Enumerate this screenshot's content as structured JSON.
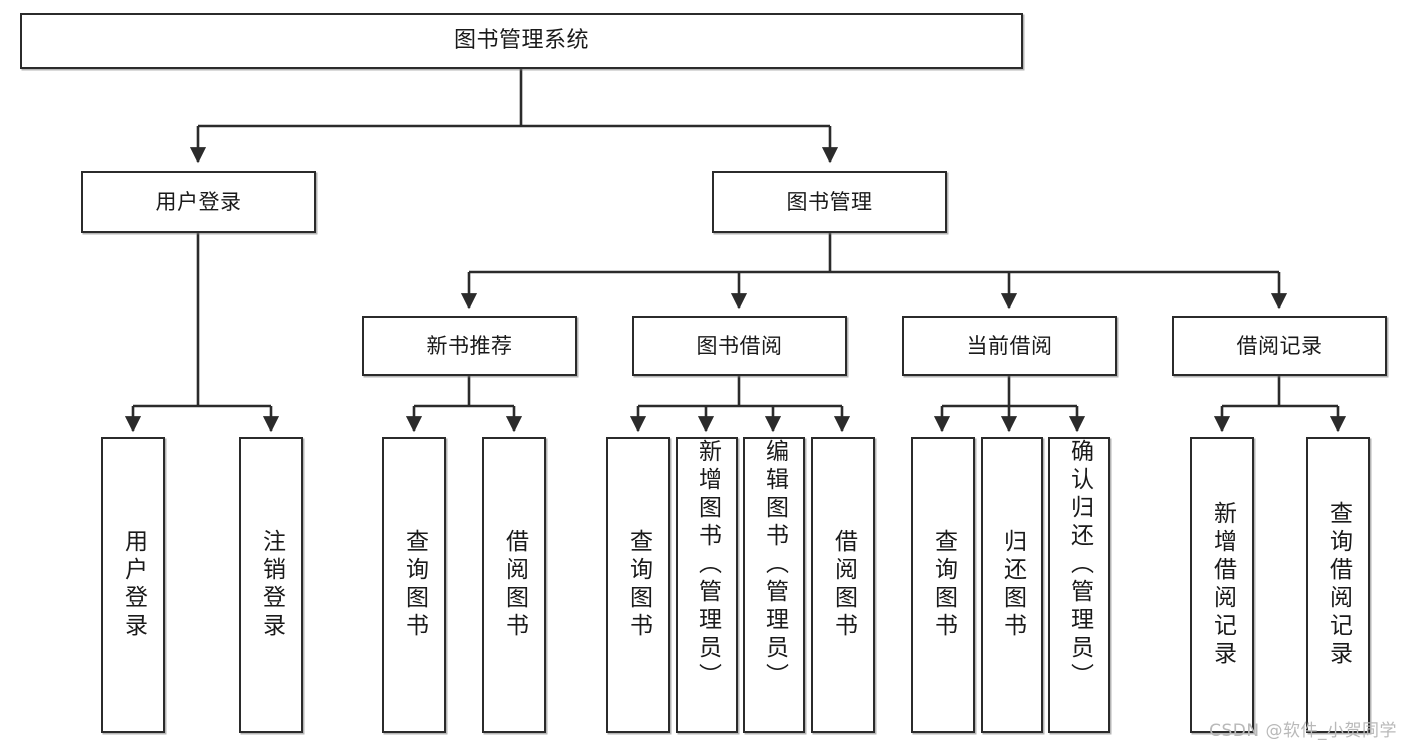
{
  "diagram": {
    "type": "tree",
    "title": "图书管理系统",
    "watermark": "CSDN @软件_小贺同学",
    "colors": {
      "box_border": "#2b2b2b",
      "box_fill": "#ffffff",
      "edge": "#2b2b2b",
      "text": "#1a1a1a",
      "watermark": "#b9b9b9"
    },
    "nodes": {
      "root": {
        "label": "图书管理系统",
        "level": 0
      },
      "l1": [
        {
          "id": "user_login",
          "label": "用户登录"
        },
        {
          "id": "book_mgmt",
          "label": "图书管理"
        }
      ],
      "l2": [
        {
          "id": "new_book_rec",
          "label": "新书推荐",
          "parent": "book_mgmt"
        },
        {
          "id": "book_borrow",
          "label": "图书借阅",
          "parent": "book_mgmt"
        },
        {
          "id": "current_borrow",
          "label": "当前借阅",
          "parent": "book_mgmt"
        },
        {
          "id": "borrow_record",
          "label": "借阅记录",
          "parent": "book_mgmt"
        }
      ],
      "leaves": [
        {
          "id": "leaf_user_login",
          "label": "用户登录",
          "parent": "user_login"
        },
        {
          "id": "leaf_logout",
          "label": "注销登录",
          "parent": "user_login"
        },
        {
          "id": "leaf_query_book_1",
          "label": "查询图书",
          "parent": "new_book_rec"
        },
        {
          "id": "leaf_borrow_book_1",
          "label": "借阅图书",
          "parent": "new_book_rec"
        },
        {
          "id": "leaf_query_book_2",
          "label": "查询图书",
          "parent": "book_borrow"
        },
        {
          "id": "leaf_add_book",
          "label": "新增图书（管理员）",
          "parent": "book_borrow"
        },
        {
          "id": "leaf_edit_book",
          "label": "编辑图书（管理员）",
          "parent": "book_borrow"
        },
        {
          "id": "leaf_borrow_book_2",
          "label": "借阅图书",
          "parent": "book_borrow"
        },
        {
          "id": "leaf_query_book_3",
          "label": "查询图书",
          "parent": "current_borrow"
        },
        {
          "id": "leaf_return_book",
          "label": "归还图书",
          "parent": "current_borrow"
        },
        {
          "id": "leaf_confirm_return",
          "label": "确认归还（管理员）",
          "parent": "current_borrow"
        },
        {
          "id": "leaf_add_record",
          "label": "新增借阅记录",
          "parent": "borrow_record"
        },
        {
          "id": "leaf_query_record",
          "label": "查询借阅记录",
          "parent": "borrow_record"
        }
      ]
    }
  }
}
